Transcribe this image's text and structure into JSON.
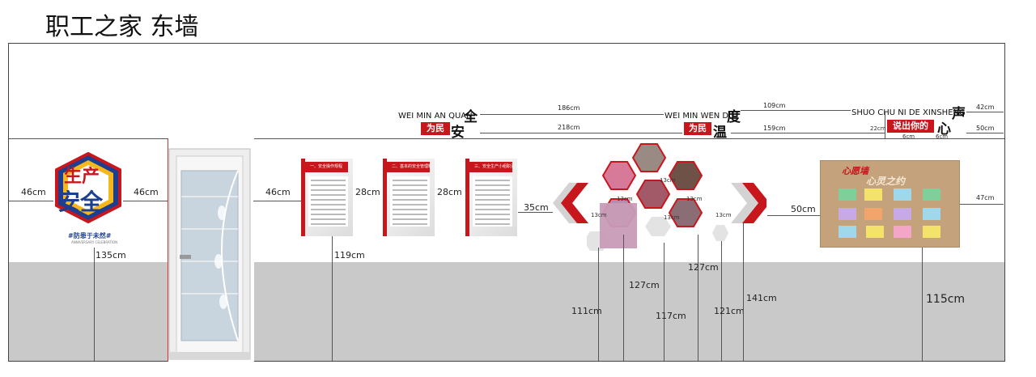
{
  "title": "职工之家 东墙",
  "logo": {
    "line1": "生产",
    "line2": "安全",
    "slogan": "#防患于未然#",
    "small": "ANNIVERSARY CELEBRATION"
  },
  "headers": [
    {
      "en": "WEI MIN AN QUAN",
      "cn1": "全",
      "tag": "为民",
      "cn2": "安"
    },
    {
      "en": "WEI MIN WEN DU",
      "cn1": "度",
      "tag": "为民",
      "cn2": "温"
    },
    {
      "en": "SHUO CHU NI DE XINSHENG",
      "cn1": "声",
      "tag": "说出你的",
      "cn2": "心"
    }
  ],
  "boards": [
    {
      "heading": "一、安全操作规程"
    },
    {
      "heading": "二、基本的安全管理制度"
    },
    {
      "heading": "三、安全生产小组职责"
    }
  ],
  "cork_board": {
    "line1": "心愿墙",
    "line2": "心灵之约"
  },
  "dimensions": {
    "d_186": "186cm",
    "d_218": "218cm",
    "d_109": "109cm",
    "d_159": "159cm",
    "d_42": "42cm",
    "d_50a": "50cm",
    "d_22": "22cm",
    "d_6a": "6cm",
    "d_6b": "6cm",
    "d_46a": "46cm",
    "d_46b": "46cm",
    "d_46c": "46cm",
    "d_28a": "28cm",
    "d_28b": "28cm",
    "d_35": "35cm",
    "d_50b": "50cm",
    "d_47": "47cm",
    "d_135": "135cm",
    "d_119": "119cm",
    "d_13a": "13cm",
    "d_13b": "13cm",
    "d_13c": "13cm",
    "d_13d": "13cm",
    "d_13e": "13cm",
    "d_13f": "13cm",
    "d_127a": "127cm",
    "d_127b": "127cm",
    "d_111": "111cm",
    "d_117": "117cm",
    "d_121": "121cm",
    "d_141": "141cm",
    "d_115": "115cm"
  },
  "colors": {
    "accent_red": "#c8161d",
    "floor": "#c9c9c9",
    "cork": "#c4a27b"
  }
}
